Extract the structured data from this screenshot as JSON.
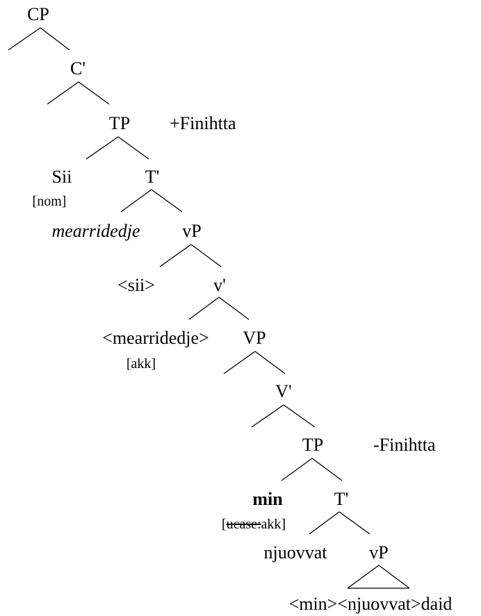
{
  "tree": {
    "cp": "CP",
    "c_bar": "C'",
    "tp_upper": "TP",
    "finiteness_upper": "+Finihtta",
    "subject": "Sii",
    "subject_case": "[nom]",
    "t_bar_upper": "T'",
    "verb_upper": "mearridedje",
    "vp_upper": "vP",
    "subject_trace": "<sii>",
    "v_bar": "v'",
    "verb_trace": "<mearridedje>",
    "verb_trace_case": "[akk]",
    "big_vp": "VP",
    "big_v_bar": "V'",
    "tp_lower": "TP",
    "finiteness_lower": "-Finihtta",
    "object": "min",
    "object_case_open": "[",
    "object_case_struck": "ucase:",
    "object_case_value": "akk]",
    "t_bar_lower": "T'",
    "verb_lower": "njuovvat",
    "vp_lower": "vP",
    "terminal": "<min><njuovvat>daid"
  }
}
